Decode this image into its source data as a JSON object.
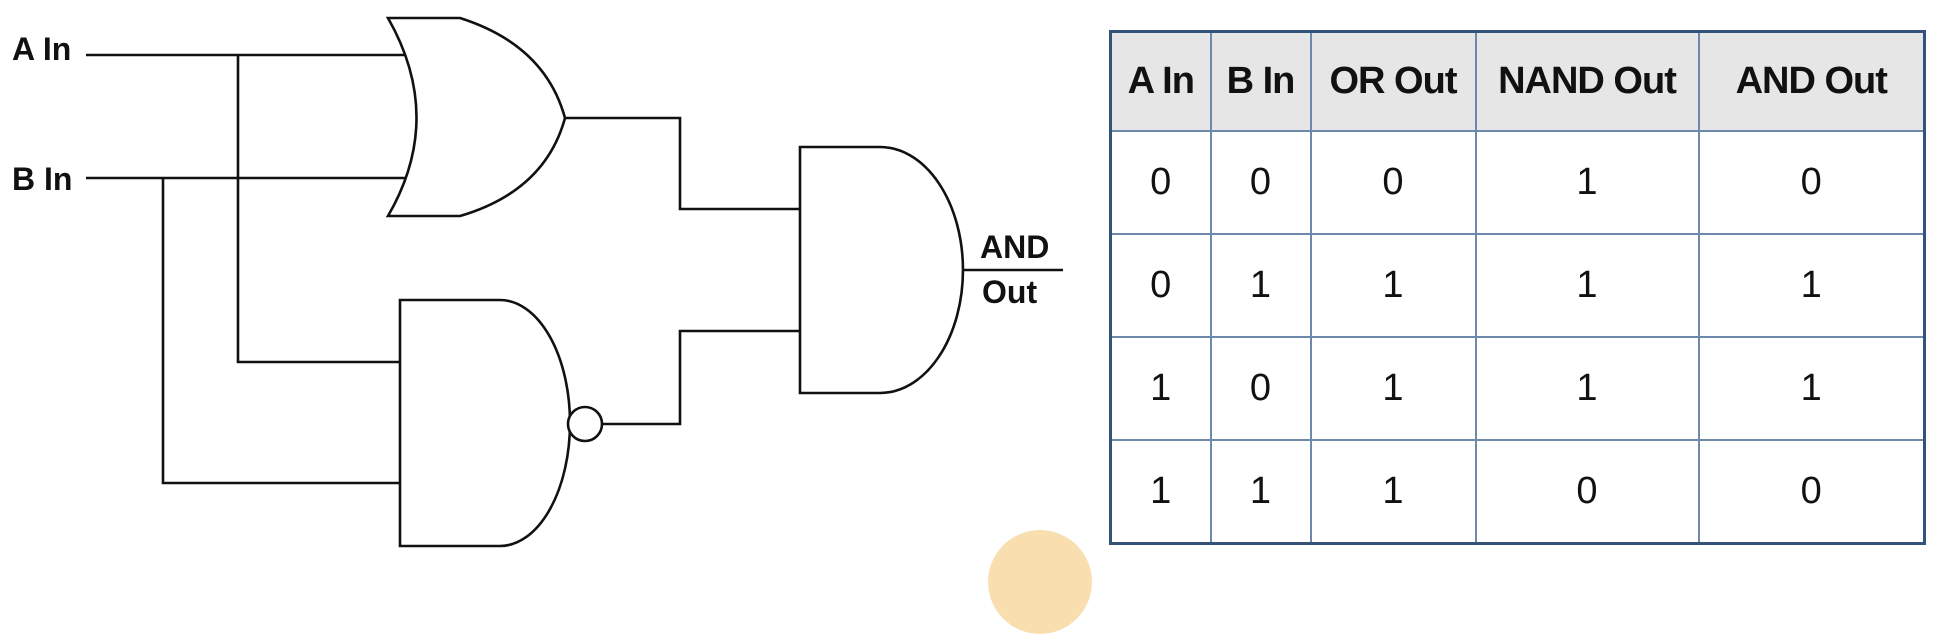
{
  "diagram": {
    "inputs": {
      "a_label": "A In",
      "b_label": "B In"
    },
    "output": {
      "line1": "AND",
      "line2": "Out"
    },
    "gates": [
      {
        "type": "OR",
        "icon": "or-gate-icon"
      },
      {
        "type": "NAND",
        "icon": "nand-gate-icon"
      },
      {
        "type": "AND",
        "icon": "and-gate-icon"
      }
    ]
  },
  "table": {
    "headers": [
      "A In",
      "B In",
      "OR Out",
      "NAND Out",
      "AND Out"
    ],
    "rows": [
      [
        "0",
        "0",
        "0",
        "1",
        "0"
      ],
      [
        "0",
        "1",
        "1",
        "1",
        "1"
      ],
      [
        "1",
        "0",
        "1",
        "1",
        "1"
      ],
      [
        "1",
        "1",
        "1",
        "0",
        "0"
      ]
    ],
    "header_bg": "#e6e6e6",
    "border_color": "#34537a"
  }
}
